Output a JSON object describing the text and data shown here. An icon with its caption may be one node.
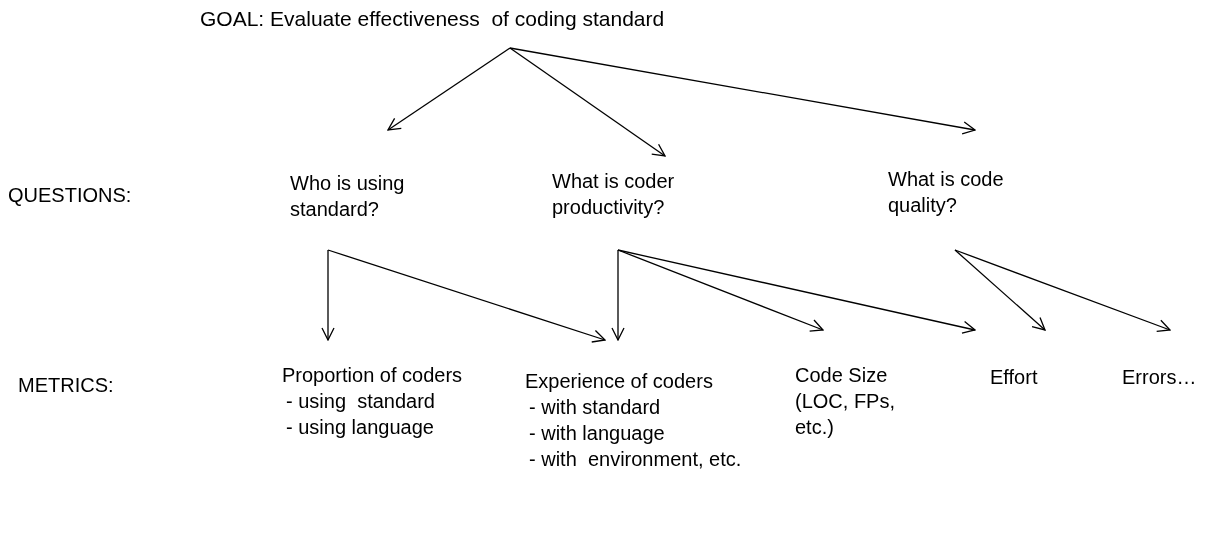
{
  "diagram": {
    "nodes": [
      {
        "text": [
          "GOAL: Evaluate effectiveness  of coding standard"
        ]
      },
      {
        "text": [
          "Who is using standard?"
        ]
      },
      {
        "text": [
          "What is coder productivity?"
        ]
      },
      {
        "text": [
          "What is code quality?"
        ]
      },
      {
        "text": [
          "Proportion of coders",
          "- using  standard",
          "- using language"
        ]
      },
      {
        "text": [
          "Experience of coders",
          "- with standard",
          "- with language",
          "- with  environment, etc."
        ]
      },
      {
        "text": [
          "Code Size (LOC, FPs, etc.)"
        ]
      },
      {
        "text": [
          "Effort"
        ]
      },
      {
        "text": [
          "Errors…"
        ]
      }
    ],
    "edges": [
      {
        "from": 0,
        "to": 1,
        "arrow": "to"
      },
      {
        "from": 0,
        "to": 2,
        "arrow": "to"
      },
      {
        "from": 0,
        "to": 3,
        "arrow": "to"
      },
      {
        "from": 1,
        "to": 4,
        "arrow": "to"
      },
      {
        "from": 1,
        "to": 5,
        "arrow": "to"
      },
      {
        "from": 2,
        "to": 5,
        "arrow": "to"
      },
      {
        "from": 2,
        "to": 6,
        "arrow": "to"
      },
      {
        "from": 2,
        "to": 7,
        "arrow": "to"
      },
      {
        "from": 3,
        "to": 7,
        "arrow": "to"
      },
      {
        "from": 3,
        "to": 8,
        "arrow": "to"
      }
    ],
    "labels": [
      "QUESTIONS:",
      "METRICS:"
    ]
  }
}
